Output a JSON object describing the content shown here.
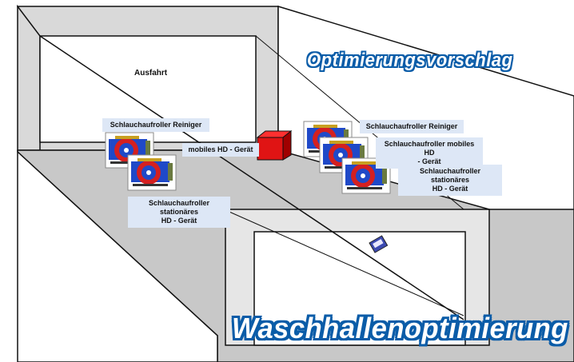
{
  "titles": {
    "main": "Waschhallenoptimierung",
    "subtitle": "Optimierungsvorschlag"
  },
  "room": {
    "exit_label": "Ausfahrt"
  },
  "left_group": {
    "label_cleaner": "Schlauchaufroller Reiniger",
    "label_mobile": "mobiles HD - Gerät",
    "label_stationary_line1": "Schlauchaufroller stationäres",
    "label_stationary_line2": "HD - Gerät"
  },
  "right_group": {
    "label_cleaner": "Schlauchaufroller Reiniger",
    "label_mobile_line1": "Schlauchaufroller mobiles HD",
    "label_mobile_line2": "- Gerät",
    "label_stationary_line1": "Schlauchaufroller stationäres",
    "label_stationary_line2": "HD - Gerät"
  },
  "colors": {
    "floor": "#c8c8c8",
    "wall": "#d9d9d9",
    "outline": "#111111",
    "red_box": "#e01414",
    "title_outline": "#0a5ca8",
    "label_bg": "#dde7f6",
    "reel_red": "#d42020",
    "reel_blue": "#1f49c8"
  }
}
